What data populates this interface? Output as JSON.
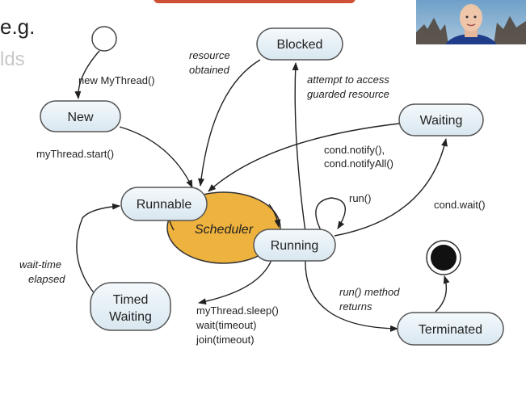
{
  "slide": {
    "left_text_1": "e.g.",
    "left_text_2": "lds"
  },
  "diagram": {
    "states": {
      "new": "New",
      "blocked": "Blocked",
      "waiting": "Waiting",
      "runnable": "Runnable",
      "running": "Running",
      "timed_waiting_line1": "Timed",
      "timed_waiting_line2": "Waiting",
      "terminated": "Terminated",
      "scheduler": "Scheduler"
    },
    "labels": {
      "new_mythread": "new MyThread()",
      "mythread_start": "myThread.start()",
      "resource_obtained_1": "resource",
      "resource_obtained_2": "obtained",
      "attempt_access_1": "attempt to access",
      "attempt_access_2": "guarded resource",
      "cond_notify_1": "cond.notify(),",
      "cond_notify_2": "cond.notifyAll()",
      "run": "run()",
      "cond_wait": "cond.wait()",
      "wait_time_1": "wait-time",
      "wait_time_2": "elapsed",
      "sleep_1": "myThread.sleep()",
      "sleep_2": "wait(timeout)",
      "sleep_3": "join(timeout)",
      "run_returns_1": "run() method",
      "run_returns_2": "returns"
    },
    "colors": {
      "state_fill": "#e6f0f6",
      "state_stroke": "#555555",
      "scheduler_fill": "#eeb23e",
      "arrow": "#222222"
    }
  }
}
